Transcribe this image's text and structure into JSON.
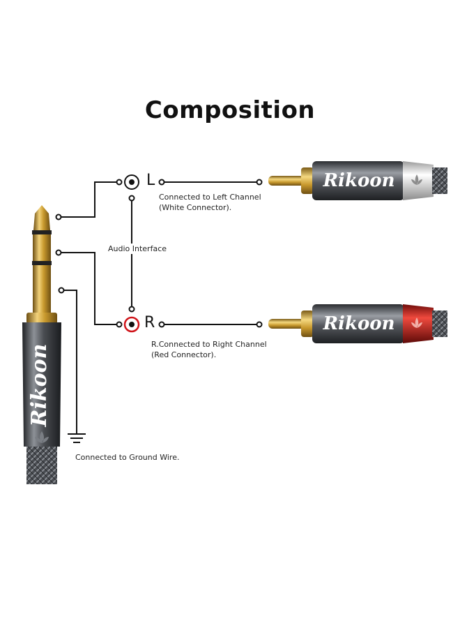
{
  "title": "Composition",
  "channels": {
    "left": {
      "letter": "L",
      "line1": "Connected to Left Channel",
      "line2": "(White Connector)."
    },
    "right": {
      "letter": "R",
      "line1": "R.Connected to Right Channel",
      "line2": "(Red Connector)."
    }
  },
  "audio_interface": "Audio Interface",
  "ground": "Connected to Ground Wire.",
  "brand": {
    "rca_left": "Rikoon",
    "rca_right": "Rikoon",
    "trs": "Rikoon"
  },
  "colors": {
    "gold": "#c9a23a",
    "metal": "#5a5d62",
    "white_collar": "#d9d9d9",
    "red_collar": "#c8201c",
    "wire": "#111111",
    "red_ring": "#d0141a"
  },
  "icons": [
    "ground-icon",
    "jack-symbol-icon",
    "lotus-logo-icon"
  ]
}
